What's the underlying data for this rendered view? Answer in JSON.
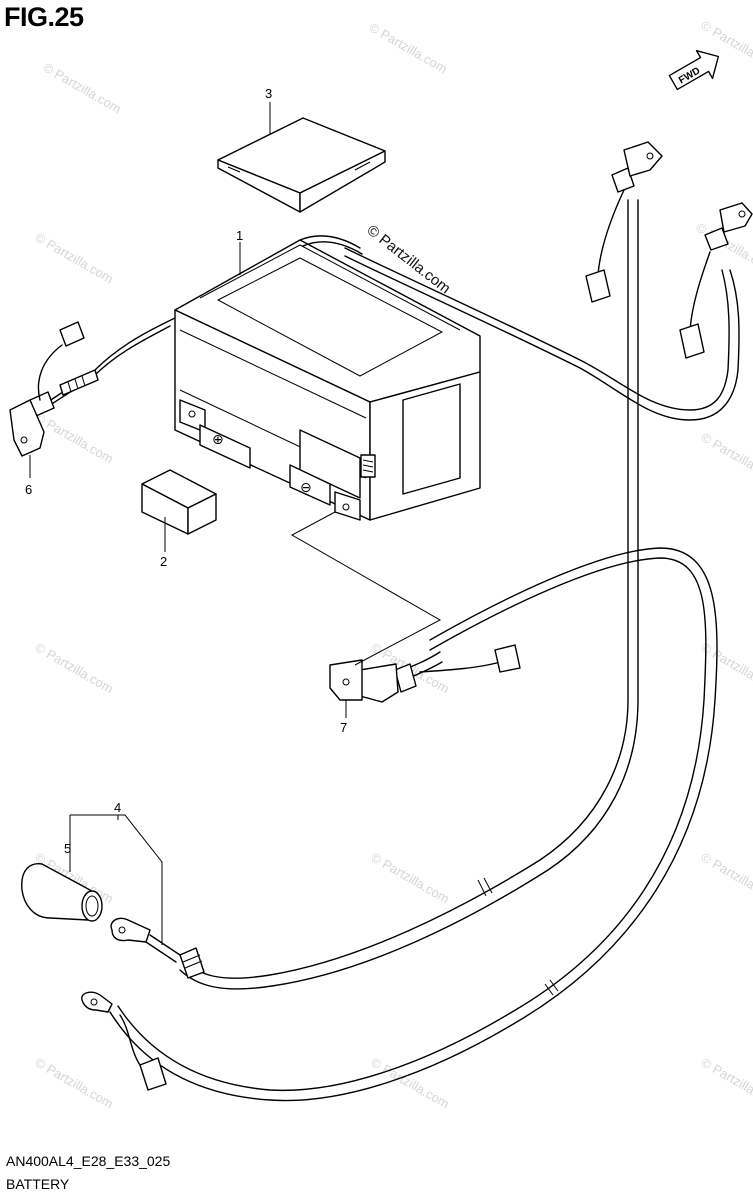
{
  "figure_label": "FIG.25",
  "model_code": "AN400AL4_E28_E33_025",
  "caption": "BATTERY",
  "fwd_label": "FWD",
  "callouts": [
    "1",
    "2",
    "3",
    "4",
    "5",
    "6",
    "7"
  ],
  "watermark_text": "© Partzilla.com",
  "colors": {
    "line": "#000000",
    "background": "#ffffff",
    "watermark": "#d6d6d6"
  }
}
